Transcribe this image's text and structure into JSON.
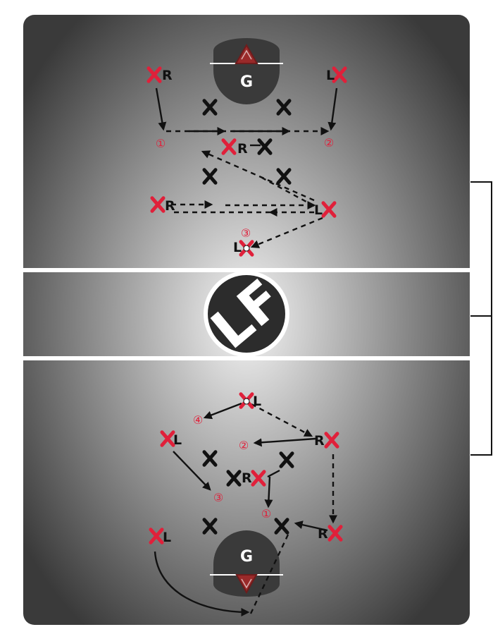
{
  "colors": {
    "field_center": "#f4f4f4",
    "field_edge": "#3a3a3a",
    "attacker": "#e0203a",
    "defender": "#111111",
    "crease": "#3a3a3a",
    "line": "#ffffff",
    "step": "#e0203a",
    "goal_triangle": "#9a2a2a"
  },
  "icons": {
    "center_logo": "lf-logo-icon",
    "goal": "goal-triangle-icon"
  },
  "top": {
    "goal_label": "G",
    "attackers": [
      {
        "side": "R"
      },
      {
        "side": "L"
      },
      {
        "side": "R"
      },
      {
        "side": "R"
      },
      {
        "side": "L"
      },
      {
        "side": "L"
      }
    ],
    "steps": [
      "①",
      "②",
      "③"
    ]
  },
  "center": {
    "logo_text": "LF"
  },
  "bottom": {
    "goal_label": "G",
    "attackers": [
      {
        "side": "L"
      },
      {
        "side": "R"
      },
      {
        "side": "L"
      },
      {
        "side": "R"
      },
      {
        "side": "R"
      },
      {
        "side": "L"
      }
    ],
    "steps": [
      "④",
      "②",
      "③",
      "①"
    ]
  }
}
